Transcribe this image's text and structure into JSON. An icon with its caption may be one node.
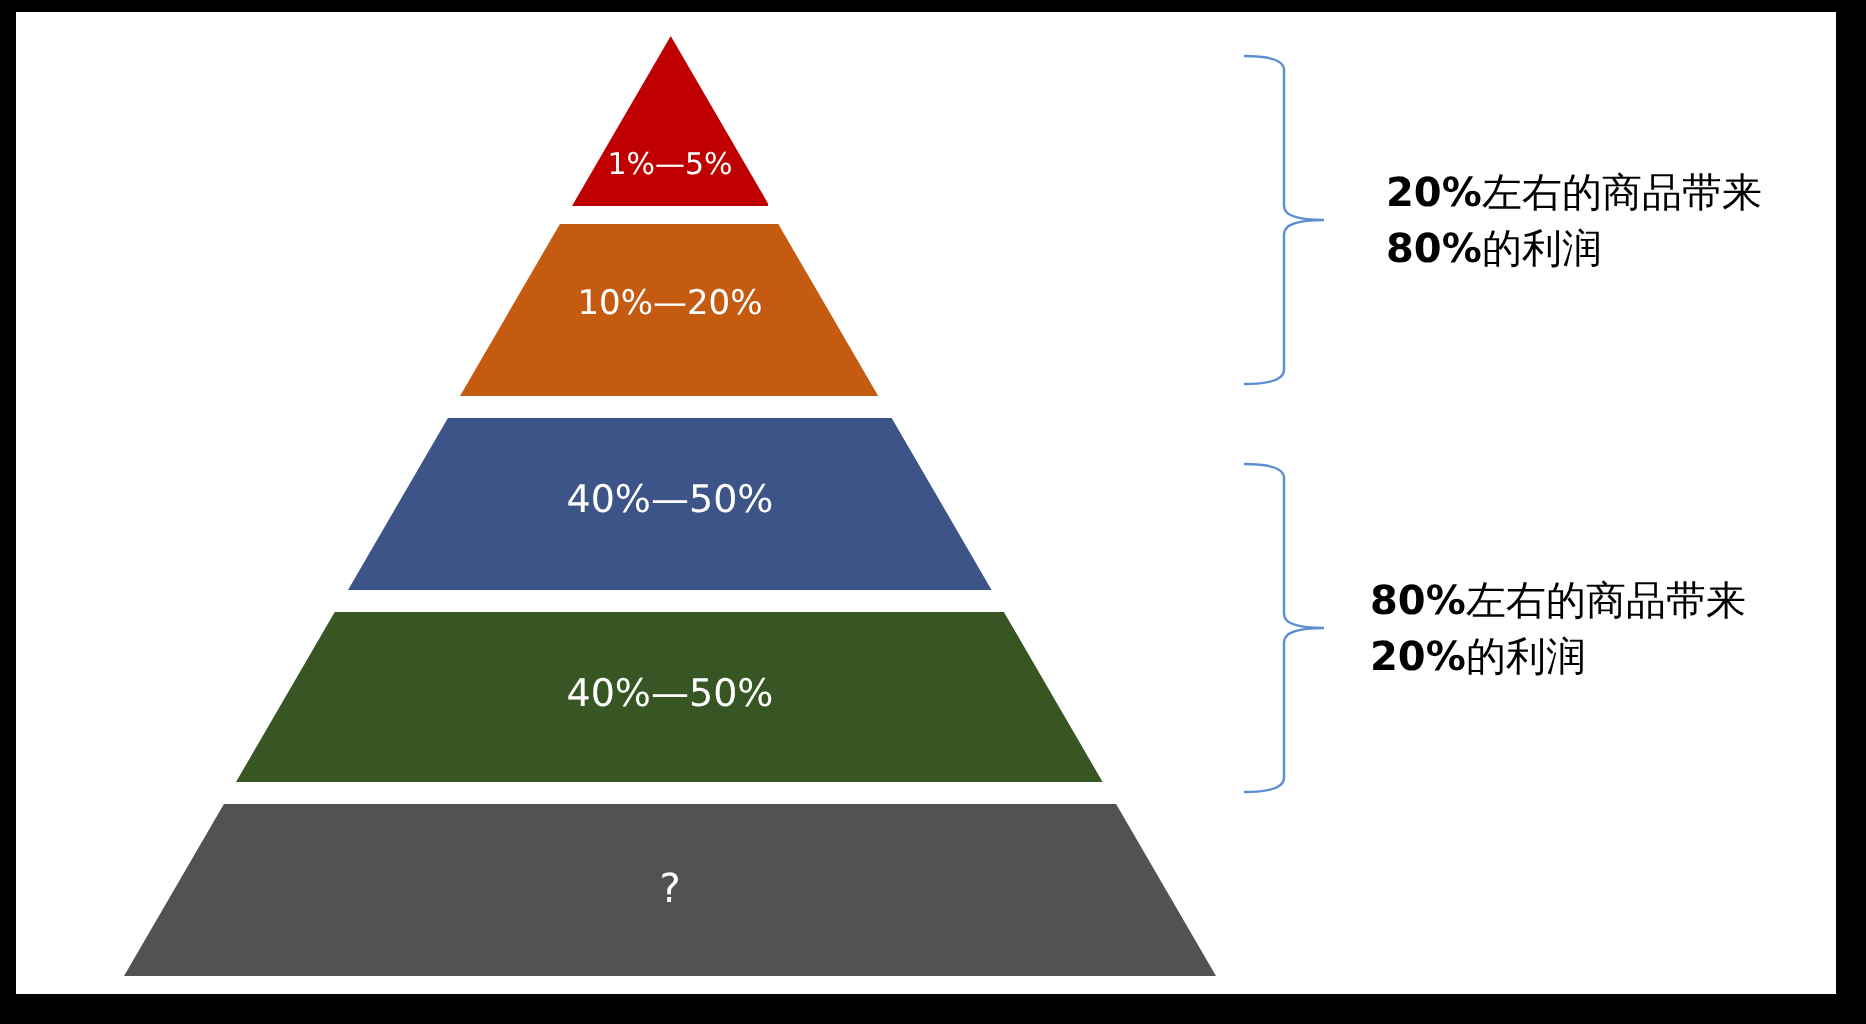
{
  "diagram": {
    "nodes": [
      {
        "text": [
          "1%—5%"
        ]
      },
      {
        "text": [
          "10%—20%"
        ]
      },
      {
        "text": [
          "40%—50%"
        ]
      },
      {
        "text": [
          "40%—50%"
        ]
      },
      {
        "text": [
          "?"
        ]
      }
    ],
    "labels": [
      "**20%**左右的商品带来**80%**的利润",
      "**80%**左右的商品带来**20%**的利润"
    ]
  }
}
